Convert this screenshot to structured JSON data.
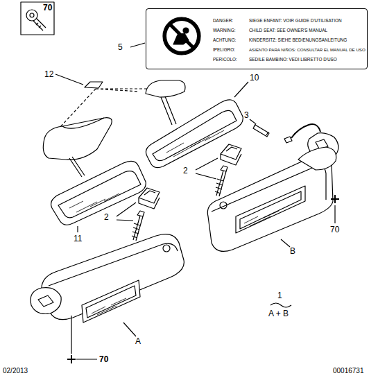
{
  "diagram": {
    "nodes": [
      {
        "text": [
          "AIRBAG",
          "DANGER:",
          "WARNING:",
          "ACHTUNG:",
          "IPELIGRO:",
          "PERICOLO:",
          "SIEGE ENFANT: VOIR GUIDE D'UTILISATION",
          "CHILD SEAT: SEE OWNER'S MANUAL",
          "KINDERSITZ: SIEHE BEDIENUNGSANLEITUNG",
          "ASIENTO PARA NIÑOS: CONSULTAR EL MANUAL DE USO",
          "SEDILE BAMBINO: VEDI LIBRETTO D'USO"
        ]
      }
    ],
    "labels": [
      "70",
      "5",
      "12",
      "10",
      "3",
      "2",
      "2",
      "11",
      "B",
      "70",
      "1",
      "A + B",
      "A",
      "70",
      "02/2013",
      "00016731"
    ]
  }
}
